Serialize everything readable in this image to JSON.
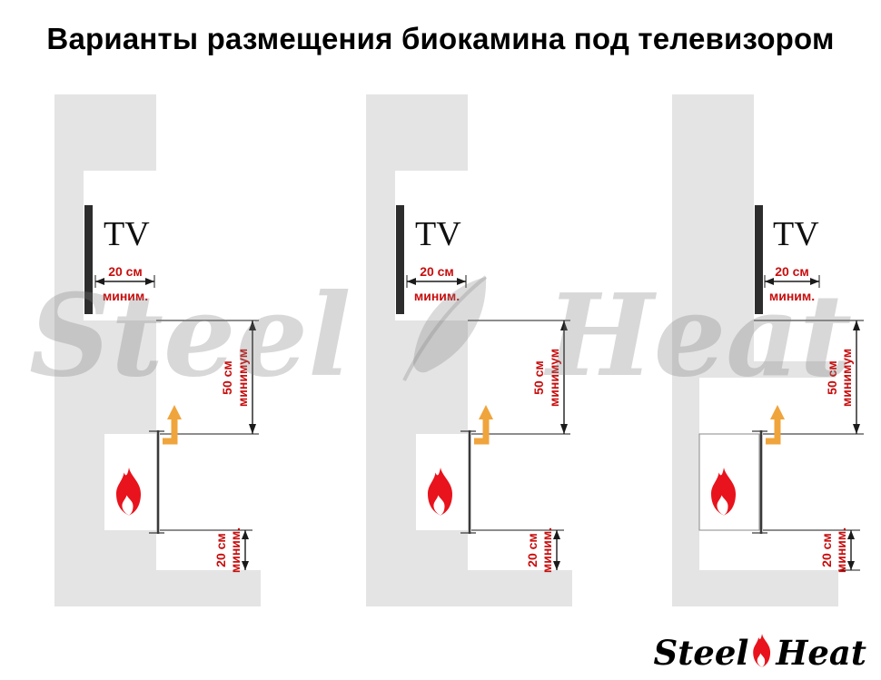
{
  "title": "Варианты размещения биокамина под телевизором",
  "watermark": {
    "left": "Steel",
    "right": "Heat"
  },
  "logo": {
    "left": "Steel",
    "right": "Heat"
  },
  "colors": {
    "wall_gray": "#e4e4e4",
    "label_red": "#c90d0d",
    "flame_red": "#e8131c",
    "arrow_orange": "#f0a43c",
    "tv_dark": "#2d2d2d",
    "line_black": "#1b1b1b",
    "watermark_gray": "#d9d9d9"
  },
  "panels": [
    {
      "tv": "TV",
      "dim_top": [
        "20 см",
        "миним."
      ],
      "dim_mid": [
        "50 см",
        "минимум"
      ],
      "dim_bottom": [
        "20 см",
        "миним."
      ]
    },
    {
      "tv": "TV",
      "dim_top": [
        "20 см",
        "миним."
      ],
      "dim_mid": [
        "50 см",
        "минимум"
      ],
      "dim_bottom": [
        "20 см",
        "миним."
      ]
    },
    {
      "tv": "TV",
      "dim_top": [
        "20 см",
        "миним."
      ],
      "dim_mid": [
        "50 см",
        "минимум"
      ],
      "dim_bottom": [
        "20 см",
        "миним."
      ]
    }
  ]
}
